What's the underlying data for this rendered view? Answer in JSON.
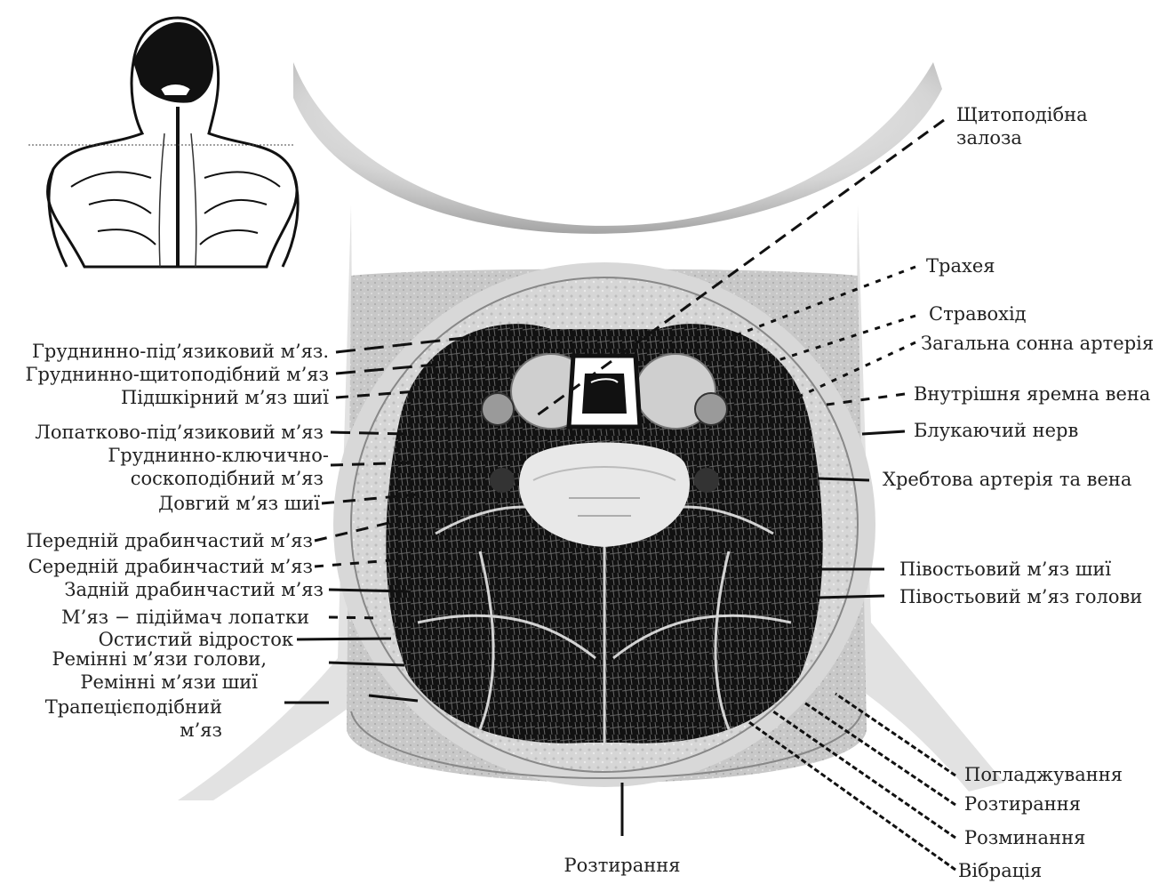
{
  "diagram": {
    "inset_alt": "back-view-figure",
    "labels_left": [
      {
        "id": "sternohyoid",
        "text": "Груднинно-під’язиковий м’яз."
      },
      {
        "id": "sternothyroid",
        "text": "Груднинно-щитоподібний м’яз"
      },
      {
        "id": "platysma",
        "text": "Підшкірний м’яз шиї"
      },
      {
        "id": "omohyoid",
        "text": "Лопатково-під’язиковий м’яз"
      },
      {
        "id": "scm_1",
        "text": "Груднинно-ключично-"
      },
      {
        "id": "scm_2",
        "text": "соскоподібний м’яз"
      },
      {
        "id": "longus_colli",
        "text": "Довгий м’яз шиї"
      },
      {
        "id": "ant_scalene",
        "text": "Передній драбинчастий м’яз"
      },
      {
        "id": "mid_scalene",
        "text": "Середній драбинчастий м’яз"
      },
      {
        "id": "post_scalene",
        "text": "Задній драбинчастий м’яз"
      },
      {
        "id": "levator",
        "text": "М’яз − підіймач лопатки"
      },
      {
        "id": "spinous",
        "text": "Остистий відросток"
      },
      {
        "id": "splenius_1",
        "text": "Ремінні м’язи голови,"
      },
      {
        "id": "splenius_2",
        "text": "Ремінні м’язи шиї"
      },
      {
        "id": "trapezius_1",
        "text": "Трапецієподібний"
      },
      {
        "id": "trapezius_2",
        "text": "м’яз"
      }
    ],
    "labels_right": [
      {
        "id": "thyroid_1",
        "text": "Щитоподібна"
      },
      {
        "id": "thyroid_2",
        "text": "залоза"
      },
      {
        "id": "trachea",
        "text": "Трахея"
      },
      {
        "id": "esophagus",
        "text": "Стравохід"
      },
      {
        "id": "carotid",
        "text": "Загальна сонна артерія"
      },
      {
        "id": "jugular",
        "text": "Внутрішня яремна вена"
      },
      {
        "id": "vagus",
        "text": "Блукаючий нерв"
      },
      {
        "id": "vertebral",
        "text": "Хребтова артерія та вена"
      },
      {
        "id": "semispinalis_cervicis",
        "text": "Півостьовий м’яз шиї"
      },
      {
        "id": "semispinalis_capitis",
        "text": "Півостьовий м’яз голови"
      }
    ],
    "labels_techniques": [
      {
        "id": "stroking",
        "text": "Погладжування"
      },
      {
        "id": "rubbing",
        "text": "Розтирання"
      },
      {
        "id": "kneading",
        "text": "Розминання"
      },
      {
        "id": "vibration",
        "text": "Вібрація"
      }
    ],
    "label_bottom": {
      "id": "bottom_rubbing",
      "text": "Розтирання"
    }
  }
}
